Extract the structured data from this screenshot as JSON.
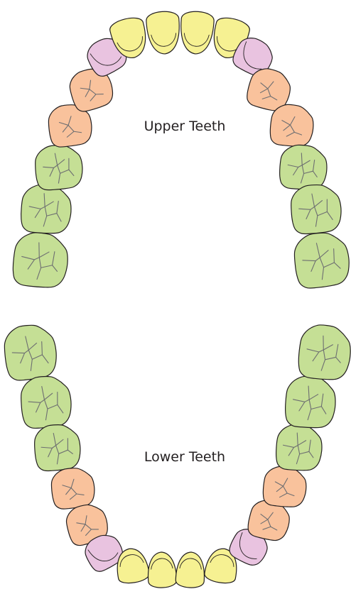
{
  "labels": {
    "upper": "Upper Teeth",
    "lower": "Lower Teeth"
  },
  "colors": {
    "incisor": "#f6f192",
    "canine": "#e9c3e0",
    "premolar": "#f9c29c",
    "molar": "#c5df95",
    "outline": "#231f20",
    "groove": "#6d6e71"
  },
  "arches": [
    {
      "name": "upper",
      "teeth": [
        "molar",
        "molar",
        "molar",
        "premolar",
        "premolar",
        "canine",
        "incisor",
        "incisor",
        "incisor",
        "incisor",
        "canine",
        "premolar",
        "premolar",
        "molar",
        "molar",
        "molar"
      ]
    },
    {
      "name": "lower",
      "teeth": [
        "molar",
        "molar",
        "molar",
        "premolar",
        "premolar",
        "canine",
        "incisor",
        "incisor",
        "incisor",
        "incisor",
        "canine",
        "premolar",
        "premolar",
        "molar",
        "molar",
        "molar"
      ]
    }
  ]
}
